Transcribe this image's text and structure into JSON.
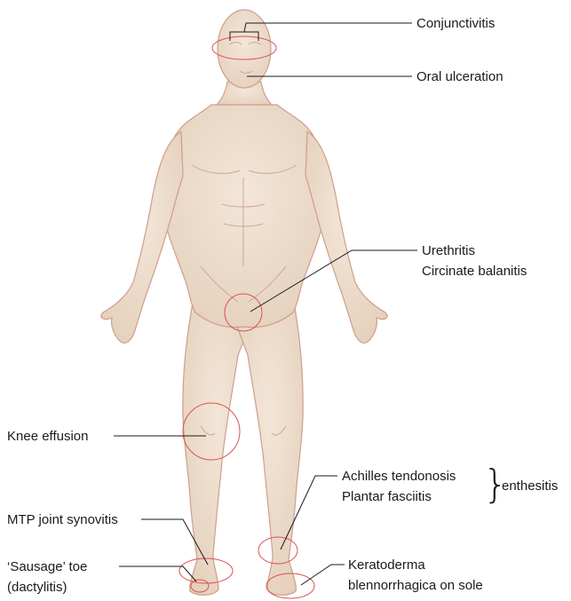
{
  "labels": {
    "conjunctivitis": "Conjunctivitis",
    "oral_ulceration": "Oral ulceration",
    "urethritis": "Urethritis",
    "circinate_balanitis": "Circinate balanitis",
    "knee_effusion": "Knee effusion",
    "achilles_tendonosis": "Achilles tendonosis",
    "plantar_fasciitis": "Plantar fasciitis",
    "enthesitis": "enthesitis",
    "mtp_synovitis": "MTP joint synovitis",
    "sausage_toe": "‘Sausage’ toe",
    "dactylitis": "(dactylitis)",
    "keratoderma": "Keratoderma",
    "keratoderma_sole": "blennorrhagica on sole"
  },
  "colors": {
    "skin": "#eddccb",
    "skin_outline": "#cf9e8c",
    "highlight_circle": "#d9534f",
    "leader_line": "#1a1a1a"
  }
}
